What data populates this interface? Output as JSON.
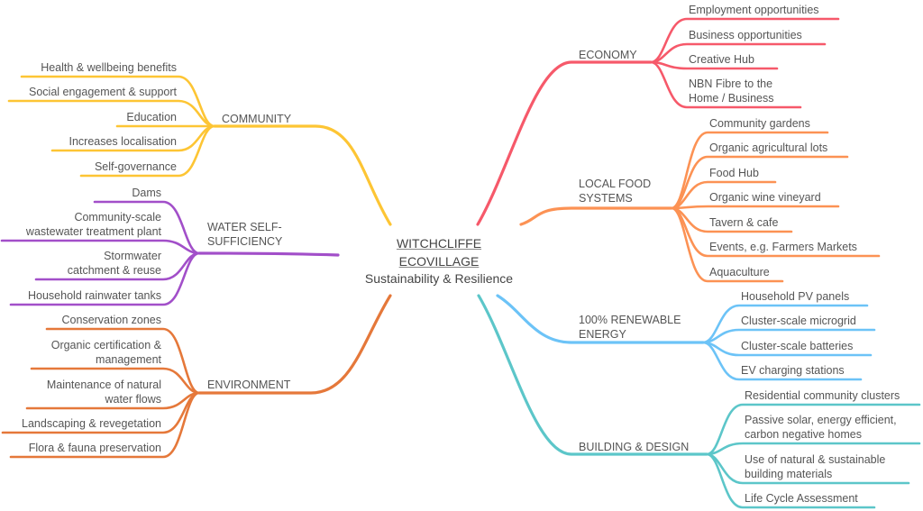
{
  "center": {
    "title_line1": "WITCHCLIFFE",
    "title_line2": "ECOVILLAGE",
    "subtitle": "Sustainability & Resilience"
  },
  "branches": [
    {
      "id": "community",
      "label": "COMMUNITY",
      "color": "#FDC534",
      "side": "left",
      "children": [
        "Health & wellbeing benefits",
        "Social engagement & support",
        "Education",
        "Increases localisation",
        "Self-governance"
      ]
    },
    {
      "id": "water",
      "label": "WATER SELF-\nSUFFICIENCY",
      "color": "#A24FC9",
      "side": "left",
      "children": [
        "Dams",
        "Community-scale\nwastewater treatment plant",
        "Stormwater\ncatchment & reuse",
        "Household rainwater tanks"
      ]
    },
    {
      "id": "environment",
      "label": "ENVIRONMENT",
      "color": "#E5783A",
      "side": "left",
      "children": [
        "Conservation zones",
        "Organic certification &\nmanagement",
        "Maintenance of natural\nwater flows",
        "Landscaping & revegetation",
        "Flora & fauna preservation"
      ]
    },
    {
      "id": "economy",
      "label": "ECONOMY",
      "color": "#F6596A",
      "side": "right",
      "children": [
        "Employment opportunities",
        "Business opportunities",
        "Creative Hub",
        "NBN Fibre to the\nHome / Business"
      ]
    },
    {
      "id": "food",
      "label": "LOCAL FOOD\nSYSTEMS",
      "color": "#FC9254",
      "side": "right",
      "children": [
        "Community gardens",
        "Organic agricultural lots",
        "Food Hub",
        "Organic wine vineyard",
        "Tavern & cafe",
        "Events, e.g. Farmers Markets",
        "Aquaculture"
      ]
    },
    {
      "id": "energy",
      "label": "100% RENEWABLE\nENERGY",
      "color": "#6CC3F7",
      "side": "right",
      "children": [
        "Household PV panels",
        "Cluster-scale microgrid",
        "Cluster-scale batteries",
        "EV charging stations"
      ]
    },
    {
      "id": "building",
      "label": "BUILDING & DESIGN",
      "color": "#5CC6C9",
      "side": "right",
      "children": [
        "Residential community clusters",
        "Passive solar, energy efficient,\ncarbon negative homes",
        "Use of natural & sustainable\nbuilding materials",
        "Life Cycle Assessment"
      ]
    }
  ]
}
